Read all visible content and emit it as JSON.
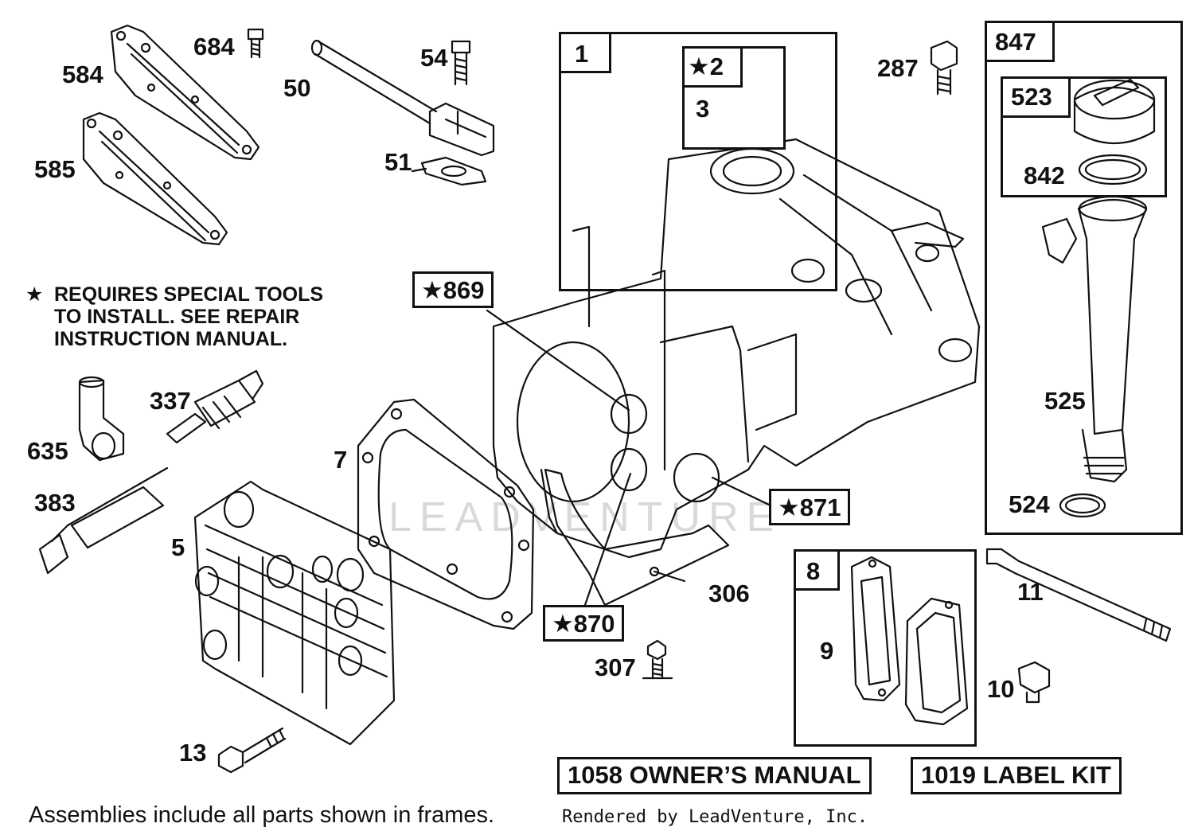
{
  "diagram": {
    "labels": {
      "p584": "584",
      "p684": "684",
      "p50": "50",
      "p54": "54",
      "p51": "51",
      "p585": "585",
      "p287": "287",
      "p3": "3",
      "p842": "842",
      "p525": "525",
      "p524": "524",
      "p635": "635",
      "p337": "337",
      "p383": "383",
      "p5": "5",
      "p7": "7",
      "p13": "13",
      "p306": "306",
      "p307": "307",
      "p9": "9",
      "p11": "11",
      "p10": "10"
    },
    "frames": {
      "f1": "1",
      "f2": "2",
      "f847": "847",
      "f523": "523",
      "f8": "8",
      "f869": "869",
      "f871": "871",
      "f870": "870"
    },
    "star_symbol": "★",
    "note": {
      "line1": "REQUIRES SPECIAL TOOLS",
      "line2": "TO INSTALL.  SEE REPAIR",
      "line3": "INSTRUCTION MANUAL."
    },
    "kits": {
      "manual": "1058 OWNER’S MANUAL",
      "label": "1019 LABEL KIT"
    },
    "footer": "Assemblies include all parts shown in frames.",
    "rendered_by": "Rendered by LeadVenture, Inc.",
    "watermark": "LEADVENTURE"
  }
}
